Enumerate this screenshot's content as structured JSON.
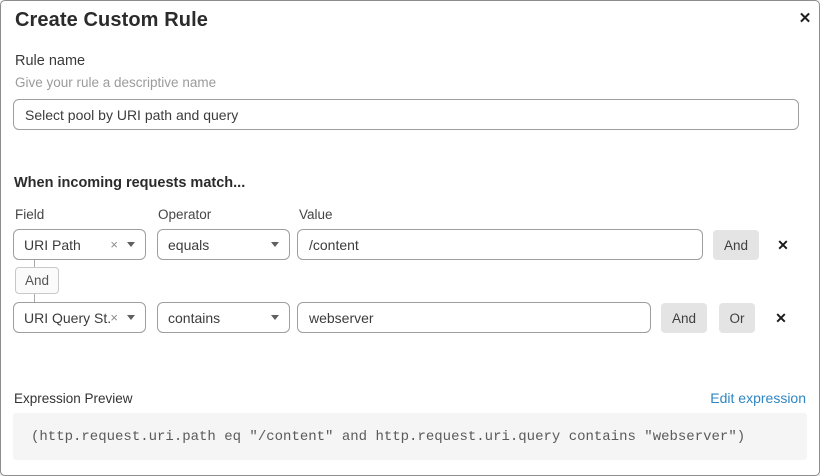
{
  "dialog": {
    "title": "Create Custom Rule"
  },
  "icons": {
    "close": "✕",
    "remove_row": "✕",
    "clear_field": "×"
  },
  "rule_name": {
    "label": "Rule name",
    "help": "Give your rule a descriptive name",
    "value": "Select pool by URI path and query"
  },
  "match": {
    "heading": "When incoming requests match...",
    "labels": {
      "field": "Field",
      "operator": "Operator",
      "value": "Value"
    },
    "connector_label": "And",
    "rows": [
      {
        "field": "URI Path",
        "operator": "equals",
        "value": "/content",
        "and_label": "And"
      },
      {
        "field": "URI Query St...",
        "operator": "contains",
        "value": "webserver",
        "and_label": "And",
        "or_label": "Or"
      }
    ]
  },
  "expression_preview": {
    "label": "Expression Preview",
    "edit_link": "Edit expression",
    "expression": "(http.request.uri.path eq \"/content\" and http.request.uri.query contains \"webserver\")"
  },
  "colors": {
    "link": "#2f86c2",
    "button_bg": "#e4e4e4",
    "input_border": "#9e9e9e",
    "code_bg": "#f5f5f5"
  }
}
